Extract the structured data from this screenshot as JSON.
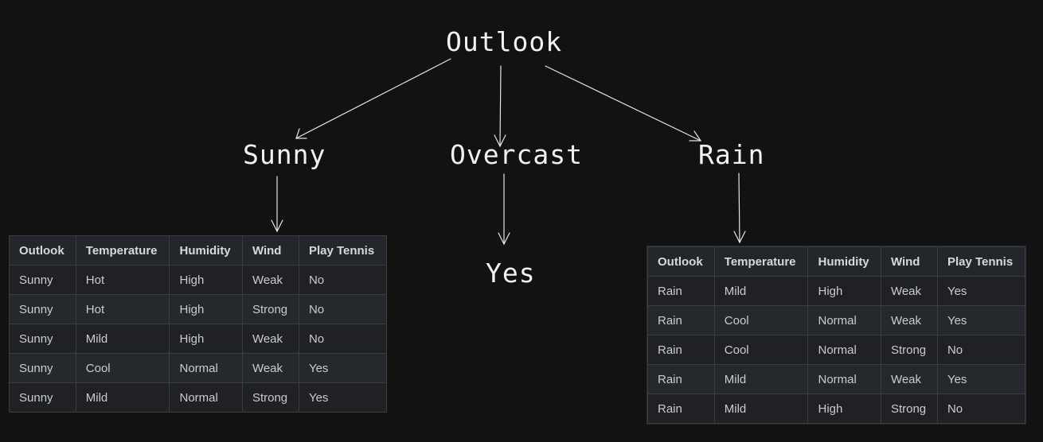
{
  "nodes": {
    "root": "Outlook",
    "sunny": "Sunny",
    "overcast": "Overcast",
    "rain": "Rain",
    "overcast_leaf": "Yes"
  },
  "table_headers": [
    "Outlook",
    "Temperature",
    "Humidity",
    "Wind",
    "Play Tennis"
  ],
  "sunny_rows": [
    [
      "Sunny",
      "Hot",
      "High",
      "Weak",
      "No"
    ],
    [
      "Sunny",
      "Hot",
      "High",
      "Strong",
      "No"
    ],
    [
      "Sunny",
      "Mild",
      "High",
      "Weak",
      "No"
    ],
    [
      "Sunny",
      "Cool",
      "Normal",
      "Weak",
      "Yes"
    ],
    [
      "Sunny",
      "Mild",
      "Normal",
      "Strong",
      "Yes"
    ]
  ],
  "rain_rows": [
    [
      "Rain",
      "Mild",
      "High",
      "Weak",
      "Yes"
    ],
    [
      "Rain",
      "Cool",
      "Normal",
      "Weak",
      "Yes"
    ],
    [
      "Rain",
      "Cool",
      "Normal",
      "Strong",
      "No"
    ],
    [
      "Rain",
      "Mild",
      "Normal",
      "Weak",
      "Yes"
    ],
    [
      "Rain",
      "Mild",
      "High",
      "Strong",
      "No"
    ]
  ],
  "colors": {
    "background": "#121212",
    "text": "#f2f2f2",
    "edge": "#e6e6e6",
    "table_bg": "#1f2125",
    "table_border": "#3a3d44"
  }
}
